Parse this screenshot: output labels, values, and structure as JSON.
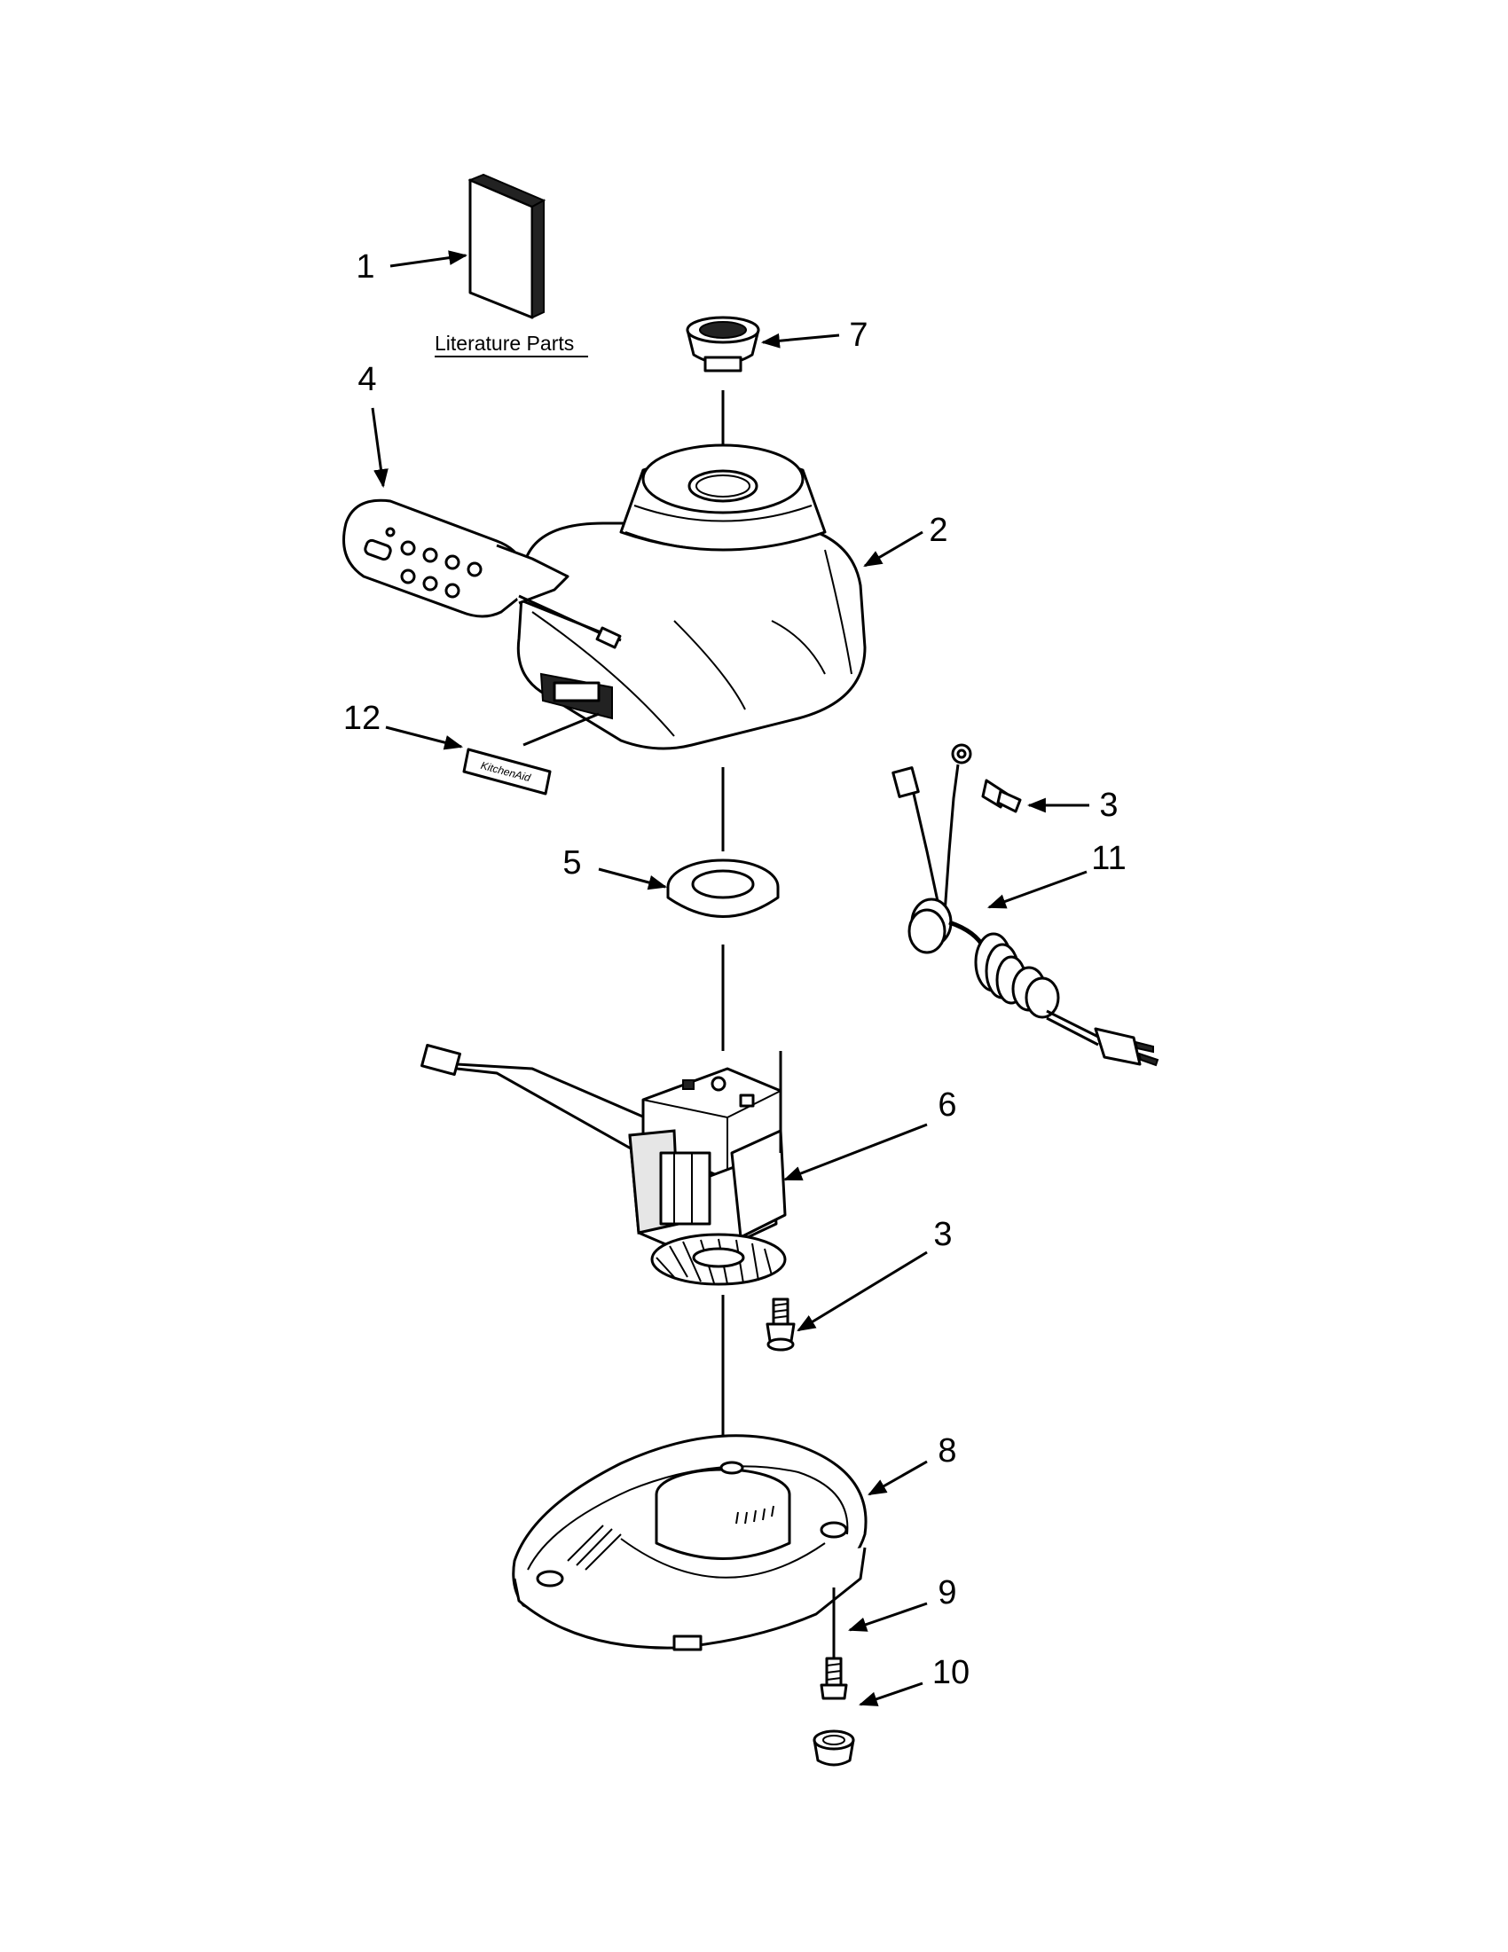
{
  "diagram": {
    "literature_caption": "Literature Parts",
    "callouts": [
      {
        "id": "1",
        "label": "1"
      },
      {
        "id": "2",
        "label": "2"
      },
      {
        "id": "3a",
        "label": "3"
      },
      {
        "id": "3b",
        "label": "3"
      },
      {
        "id": "4",
        "label": "4"
      },
      {
        "id": "5",
        "label": "5"
      },
      {
        "id": "6",
        "label": "6"
      },
      {
        "id": "7",
        "label": "7"
      },
      {
        "id": "8",
        "label": "8"
      },
      {
        "id": "9",
        "label": "9"
      },
      {
        "id": "10",
        "label": "10"
      },
      {
        "id": "11",
        "label": "11"
      },
      {
        "id": "12",
        "label": "12"
      }
    ],
    "badge_text": "KitchenAid"
  }
}
